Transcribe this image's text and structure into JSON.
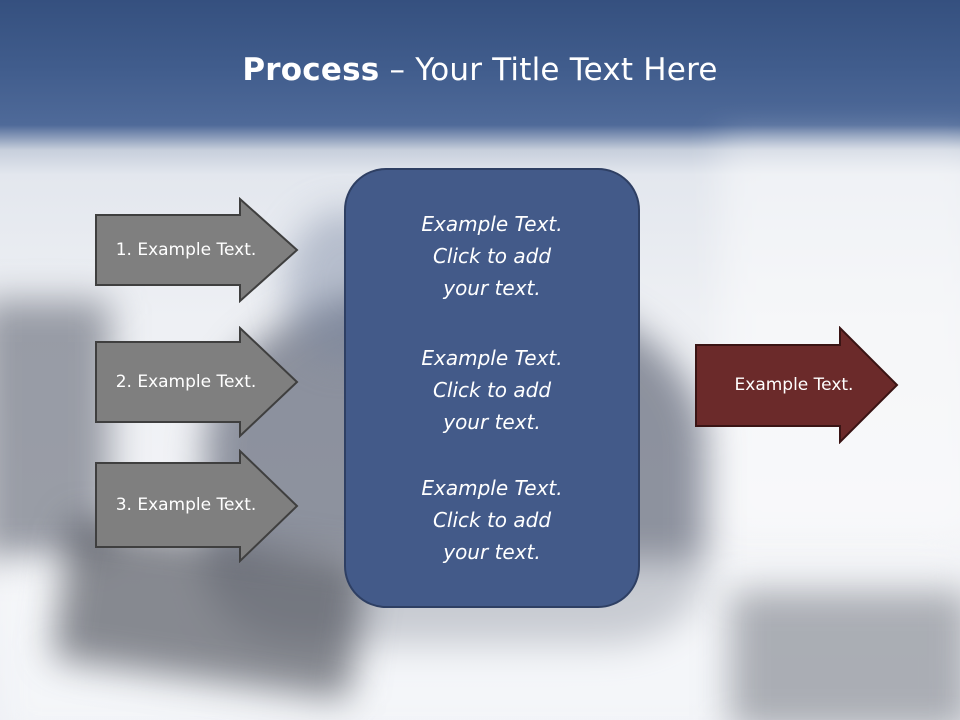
{
  "slide": {
    "title_bold": "Process",
    "title_rest": " – Your Title Text Here"
  },
  "left_arrows": [
    {
      "label": "1. Example Text."
    },
    {
      "label": "2. Example Text."
    },
    {
      "label": "3. Example Text."
    }
  ],
  "center_box": {
    "blocks": [
      {
        "text": "Example Text.\nClick  to add\nyour text."
      },
      {
        "text": "Example Text.\nClick  to add\nyour text."
      },
      {
        "text": "Example Text.\nClick  to add\nyour text."
      }
    ]
  },
  "right_arrow": {
    "label": "Example Text."
  },
  "colors": {
    "header_blue": "#3b5585",
    "grey_arrow": "#7f7f7f",
    "center_box": "#435a89",
    "red_arrow": "#6b2a2a"
  }
}
